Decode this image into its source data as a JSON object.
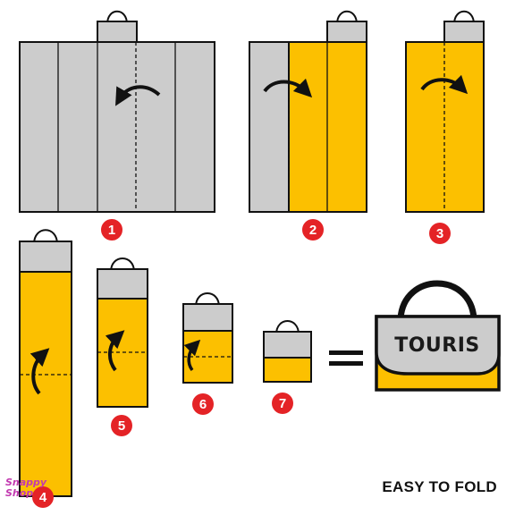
{
  "colors": {
    "gray": "#cccccc",
    "yellow": "#fcc000",
    "outline": "#111111",
    "badge": "#e42326",
    "badge_text": "#ffffff",
    "logo": "#c23ab0"
  },
  "steps": [
    {
      "number": "1",
      "arrow": "curved-arrow-left-icon"
    },
    {
      "number": "2",
      "arrow": "curved-arrow-right-icon"
    },
    {
      "number": "3",
      "arrow": "curved-arrow-right-icon"
    },
    {
      "number": "4",
      "arrow": "curved-arrow-up-icon"
    },
    {
      "number": "5",
      "arrow": "curved-arrow-up-icon"
    },
    {
      "number": "6",
      "arrow": "curved-arrow-up-icon"
    },
    {
      "number": "7",
      "arrow": null
    }
  ],
  "equals_sign": "equals-icon",
  "result": {
    "brand": "TOURIS",
    "icon": "folded-pouch-icon"
  },
  "caption": "EASY TO FOLD",
  "logo_text": "Snappy Shop"
}
